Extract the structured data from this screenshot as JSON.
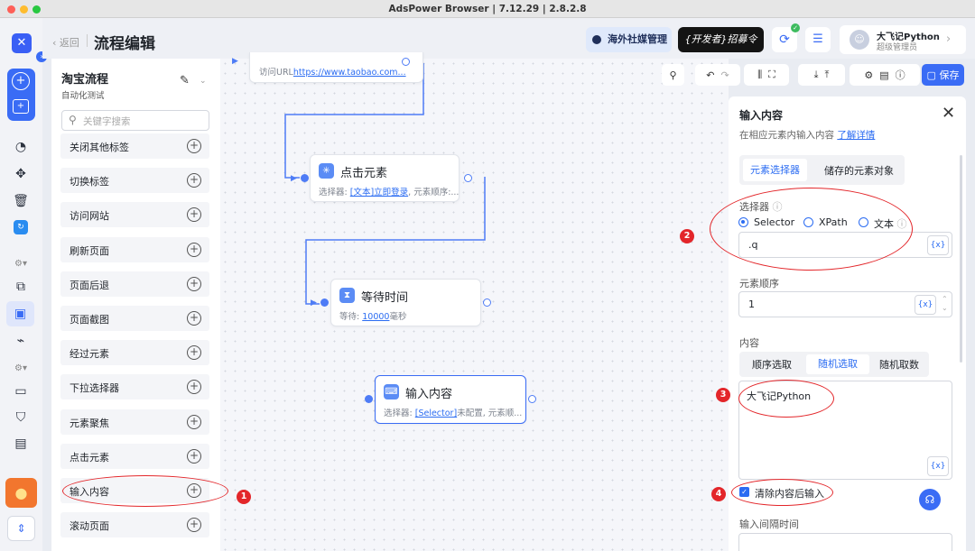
{
  "window": {
    "title": "AdsPower Browser | 7.12.29 | 2.8.2.8"
  },
  "header": {
    "back_label": "返回",
    "page_title": "流程编辑",
    "promo1": "海外社媒管理",
    "promo2": "{开发者}招募令",
    "user_name": "大飞记Python",
    "user_role": "超级管理员"
  },
  "flow": {
    "name": "淘宝流程",
    "subtitle": "自动化测试",
    "search_placeholder": "关键字搜索",
    "items": [
      "关闭其他标签",
      "切换标签",
      "访问网站",
      "刷新页面",
      "页面后退",
      "页面截图",
      "经过元素",
      "下拉选择器",
      "元素聚焦",
      "点击元素",
      "输入内容",
      "滚动页面"
    ]
  },
  "canvas": {
    "node0": {
      "prefix": "访问URL",
      "link": "https://www.taobao.com..."
    },
    "node1": {
      "title": "点击元素",
      "prefix": "选择器: ",
      "link": "[文本]立即登录",
      "suffix": ", 元素顺序:..."
    },
    "node2": {
      "title": "等待时间",
      "prefix": "等待: ",
      "link": "10000",
      "suffix": "毫秒"
    },
    "node3": {
      "title": "输入内容",
      "prefix": "选择器: ",
      "link": "[Selector]",
      "suffix": "未配置, 元素顺..."
    }
  },
  "toolbar": {
    "save_label": "保存"
  },
  "side": {
    "title": "输入内容",
    "desc": "在相应元素内输入内容",
    "learn_more": "了解详情",
    "tab1": "元素选择器",
    "tab2": "储存的元素对象",
    "selector_label": "选择器",
    "radio1": "Selector",
    "radio2": "XPath",
    "radio3": "文本",
    "selector_value": ".q",
    "order_label": "元素顺序",
    "order_value": "1",
    "content_label": "内容",
    "mode1": "顺序选取",
    "mode2": "随机选取",
    "mode3": "随机取数",
    "content_value": "大飞记Python",
    "clear_label": "清除内容后输入",
    "interval_label": "输入间隔时间",
    "var_icon": "{x}"
  },
  "annotations": {
    "a1": "1",
    "a2": "2",
    "a3": "3",
    "a4": "4"
  },
  "colors": {
    "accent": "#2b6cf2",
    "annotation": "#e3262a",
    "canvas_link": "#4e7cf6"
  }
}
